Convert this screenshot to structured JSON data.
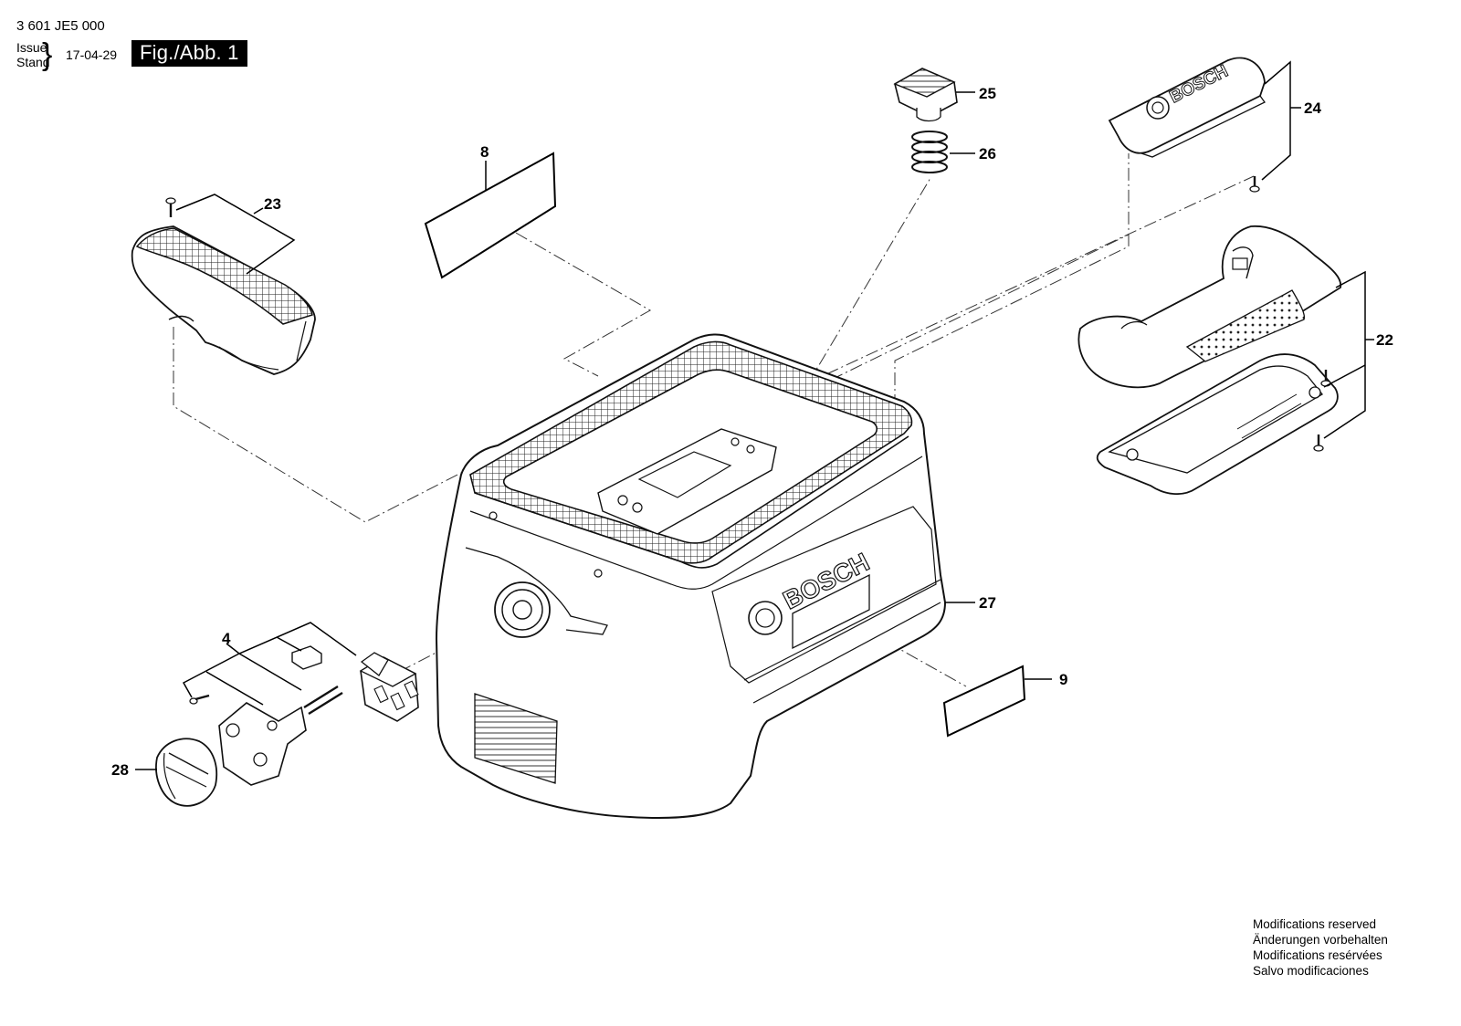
{
  "header": {
    "part_number": "3 601 JE5 000",
    "issue_label": "Issue",
    "stand_label": "Stand",
    "issue_date": "17-04-29",
    "figure_label": "Fig./Abb. 1"
  },
  "callouts": [
    "8",
    "23",
    "25",
    "26",
    "24",
    "22",
    "27",
    "4",
    "9",
    "28"
  ],
  "logos": {
    "handle_cover": "BOSCH",
    "housing": "BOSCH"
  },
  "footer": {
    "lines": [
      "Modifications reserved",
      "Änderungen vorbehalten",
      "Modifications resérvées",
      "Salvo modificaciones"
    ]
  }
}
